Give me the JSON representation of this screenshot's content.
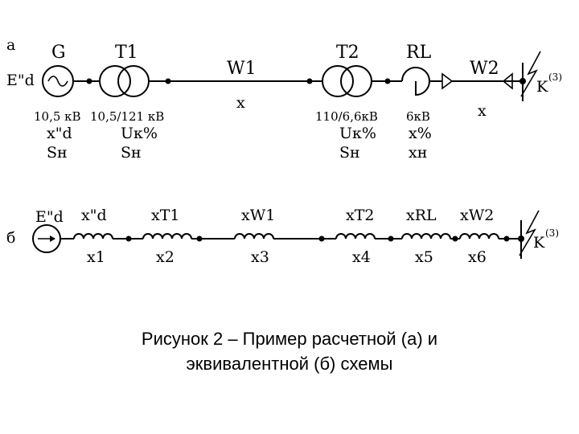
{
  "scheme_a": {
    "label": "а",
    "generator": {
      "name": "G",
      "emf": "E\"d",
      "voltage": "10,5 кВ",
      "param1": "x\"d",
      "param2": "Sн"
    },
    "t1": {
      "name": "T1",
      "voltage": "10,5/121 кВ",
      "param1": "Uк%",
      "param2": "Sн"
    },
    "w1": {
      "name": "W1",
      "param": "x"
    },
    "t2": {
      "name": "T2",
      "voltage": "110/6,6кВ",
      "param1": "Uк%",
      "param2": "Sн"
    },
    "rl": {
      "name": "RL",
      "voltage": "6кВ",
      "param1": "x%",
      "param2": "xн"
    },
    "w2": {
      "name": "W2",
      "param": "x"
    },
    "fault": {
      "main": "K",
      "sup": "(3)"
    }
  },
  "scheme_b": {
    "label": "б",
    "emf": "E\"d",
    "elements": [
      {
        "name": "x\"d",
        "index": "x1"
      },
      {
        "name": "xT1",
        "index": "x2"
      },
      {
        "name": "xW1",
        "index": "x3"
      },
      {
        "name": "xT2",
        "index": "x4"
      },
      {
        "name": "xRL",
        "index": "x5"
      },
      {
        "name": "xW2",
        "index": "x6"
      }
    ],
    "fault": {
      "main": "K",
      "sup": "(3)"
    }
  },
  "caption": {
    "line1": "Рисунок 2 – Пример расчетной (а) и",
    "line2": "эквивалентной (б) схемы"
  }
}
